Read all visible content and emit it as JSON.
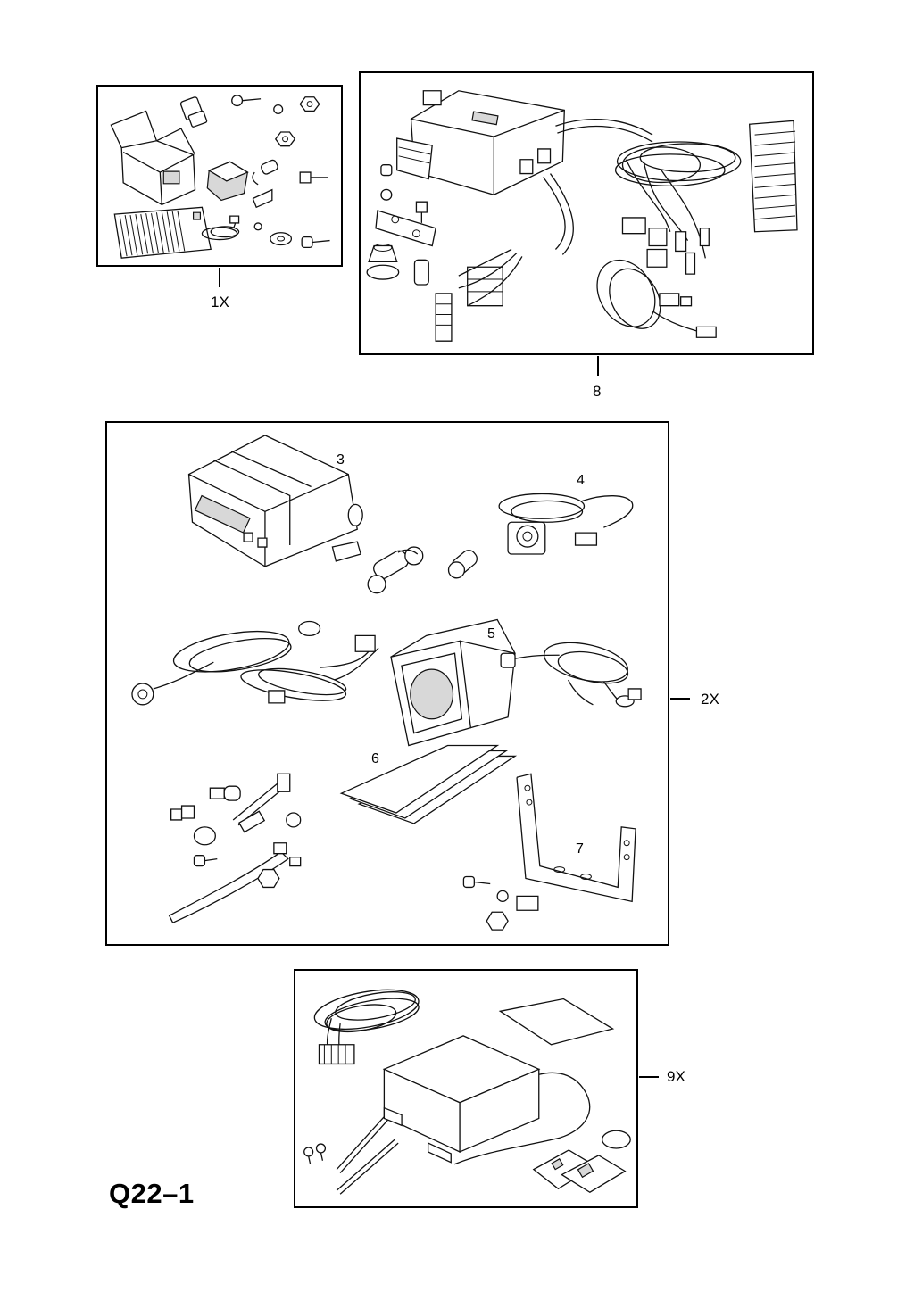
{
  "page_code": "Q22–1",
  "panels": {
    "kit_1x": {
      "callout": "1X"
    },
    "harness_8": {
      "callout": "8"
    },
    "kit_2x": {
      "callout": "2X",
      "items": [
        "3",
        "4",
        "5",
        "6",
        "7"
      ]
    },
    "kit_9x": {
      "callout": "9X"
    }
  }
}
